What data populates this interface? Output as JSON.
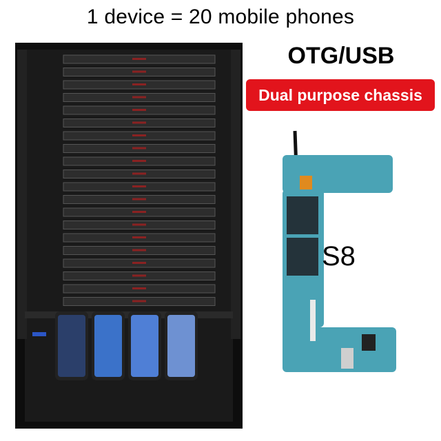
{
  "headline": "1 device = 20 mobile phones",
  "badge_top": "OTG/USB",
  "badge_red": "Dual purpose chassis",
  "board_label": "S8",
  "colors": {
    "accent_red": "#e2141c",
    "chassis": "#111111",
    "board_blue": "#4aa3b5"
  },
  "tray_count": 20,
  "phones_shown": 4
}
